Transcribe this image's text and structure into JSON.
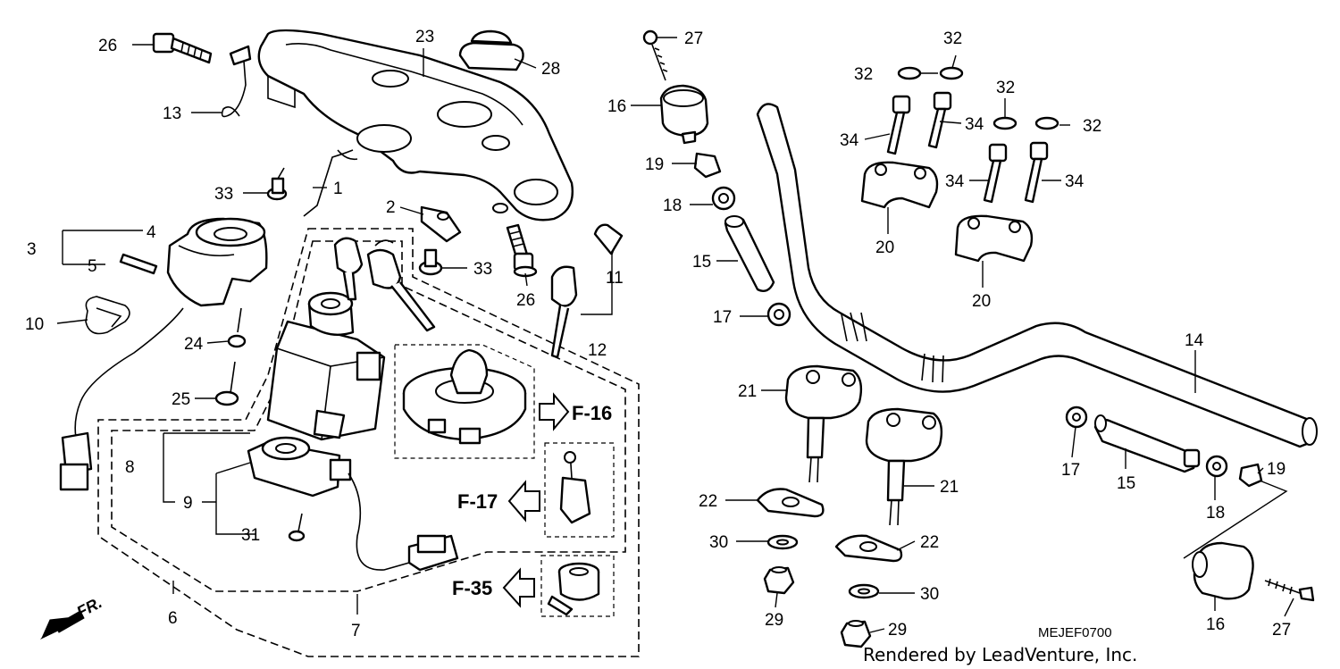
{
  "callouts": {
    "n1": "1",
    "n2": "2",
    "n3": "3",
    "n4": "4",
    "n5": "5",
    "n6": "6",
    "n7": "7",
    "n8": "8",
    "n9": "9",
    "n10": "10",
    "n11": "11",
    "n12": "12",
    "n13": "13",
    "n14": "14",
    "n15a": "15",
    "n15b": "15",
    "n16a": "16",
    "n16b": "16",
    "n17a": "17",
    "n17b": "17",
    "n18a": "18",
    "n18b": "18",
    "n19a": "19",
    "n19b": "19",
    "n20a": "20",
    "n20b": "20",
    "n21a": "21",
    "n21b": "21",
    "n22a": "22",
    "n22b": "22",
    "n23": "23",
    "n24": "24",
    "n25": "25",
    "n26a": "26",
    "n26b": "26",
    "n27a": "27",
    "n27b": "27",
    "n28": "28",
    "n29a": "29",
    "n29b": "29",
    "n30a": "30",
    "n30b": "30",
    "n31": "31",
    "n32a": "32",
    "n32b": "32",
    "n32c": "32",
    "n32d": "32",
    "n33a": "33",
    "n33b": "33",
    "n34a": "34",
    "n34b": "34",
    "n34c": "34",
    "n34d": "34"
  },
  "references": {
    "f16": "F-16",
    "f17": "F-17",
    "f35": "F-35"
  },
  "front_marker": "FR.",
  "diagram_code": "MEJEF0700",
  "credit": "Rendered by LeadVenture, Inc."
}
